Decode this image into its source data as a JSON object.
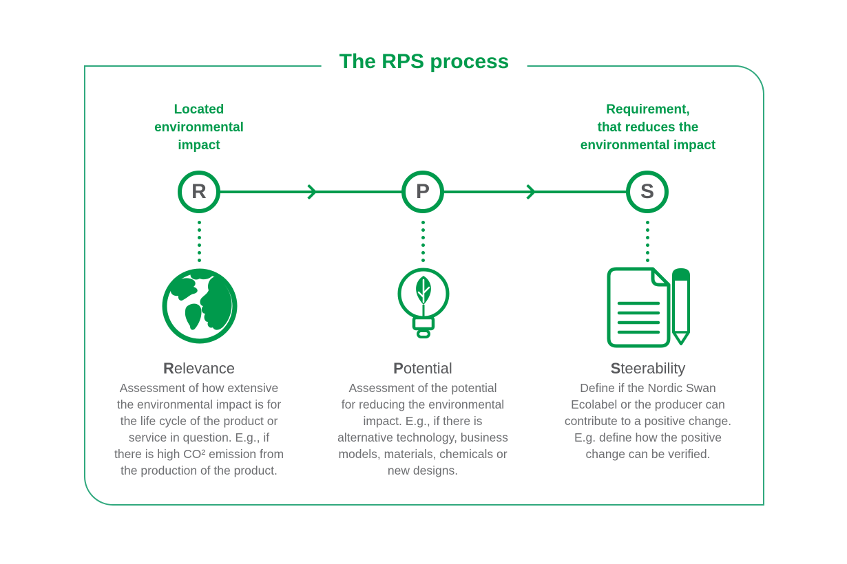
{
  "title": "The RPS process",
  "colors": {
    "primary_green": "#009a4c",
    "frame_border": "#2fa87d",
    "heading_gray": "#57585b",
    "body_gray": "#6e6f72"
  },
  "columns": [
    {
      "letter": "R",
      "top_label": "Located\nenvironmental\nimpact",
      "icon": "globe-icon",
      "heading_initial": "R",
      "heading_rest": "elevance",
      "description": "Assessment of how extensive\nthe environmental impact is for\nthe life cycle of the product or\nservice in question. E.g., if\nthere is high CO² emission from\nthe production of the product."
    },
    {
      "letter": "P",
      "top_label": "",
      "icon": "lightbulb-leaf-icon",
      "heading_initial": "P",
      "heading_rest": "otential",
      "description": "Assessment of the potential\nfor reducing the environmental\nimpact. E.g., if there is\nalternative technology, business\nmodels, materials, chemicals or\nnew designs."
    },
    {
      "letter": "S",
      "top_label": "Requirement,\nthat reduces the\nenvironmental impact",
      "icon": "document-pencil-icon",
      "heading_initial": "S",
      "heading_rest": "teerability",
      "description": "Define if the Nordic Swan\nEcolabel or the producer can\ncontribute to a positive change.\nE.g. define how the positive\nchange can be verified."
    }
  ]
}
